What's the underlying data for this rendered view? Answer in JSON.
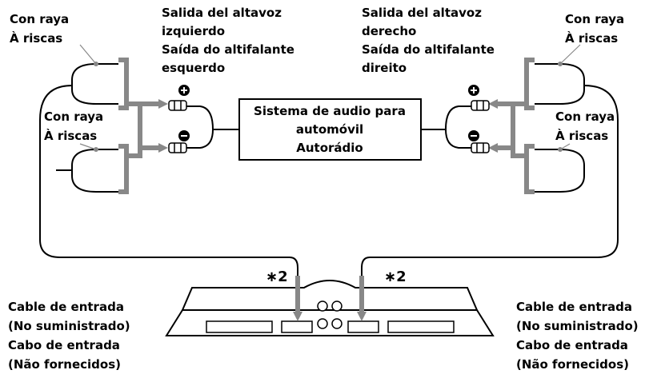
{
  "labels": {
    "stripe_top_left": [
      "Con raya",
      "À riscas"
    ],
    "stripe_mid_left": [
      "Con raya",
      "À riscas"
    ],
    "stripe_top_right": [
      "Con raya",
      "À riscas"
    ],
    "stripe_mid_right": [
      "Con raya",
      "À riscas"
    ],
    "left_output": [
      "Salida del altavoz",
      "izquierdo",
      "Saída do altifalante",
      "esquerdo"
    ],
    "right_output": [
      "Salida del altavoz",
      "derecho",
      "Saída do altifalante",
      "direito"
    ],
    "head_unit": [
      "Sistema de audio para",
      "automóvil",
      "Autorádio"
    ],
    "input_left": [
      "Cable de entrada",
      "(No suministrado)",
      "Cabo de entrada",
      "(Não fornecidos)"
    ],
    "input_right": [
      "Cable de entrada",
      "(No suministrado)",
      "Cabo de entrada",
      "(Não fornecidos)"
    ],
    "note_left": "∗2",
    "note_right": "∗2"
  },
  "colors": {
    "wire": "#000000",
    "arrow": "#808080",
    "body": "#ffffff"
  }
}
